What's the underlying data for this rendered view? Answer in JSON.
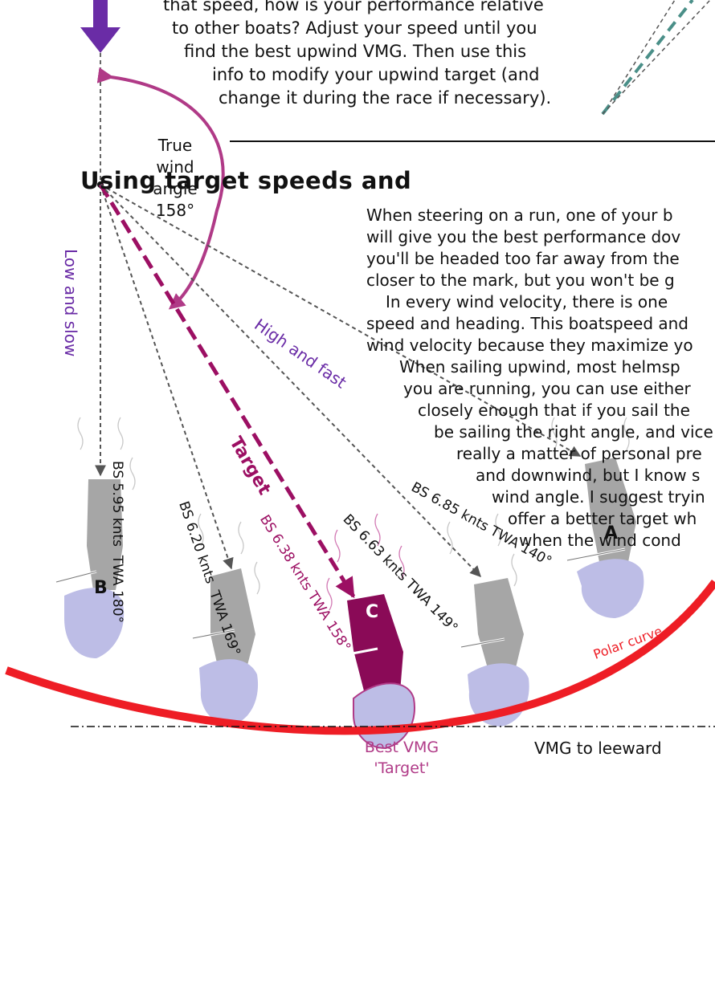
{
  "intro_lines": [
    "that speed, how is your performance relative",
    "to other boats? Adjust your speed until you",
    "find the best upwind VMG. Then use this",
    "info to modify your upwind target (and",
    "change it during the race if necessary)."
  ],
  "twa_label": {
    "line1": "True",
    "line2": "wind",
    "line3": "angle",
    "value": "158°"
  },
  "section_heading": "Using target speeds and",
  "body_lines": [
    "When steering on a run, one of your b",
    "will give you the best performance dov",
    "you'll be headed too far away from the",
    "closer to the mark, but you won't be g",
    "In every wind velocity, there is one",
    "speed and heading. This boatspeed and",
    "wind velocity because they maximize yo",
    "When sailing upwind, most helmsp",
    "you are running, you can use either",
    "closely enough that if you sail the",
    "be sailing the right angle, and vice",
    "really a matter of personal pre",
    "and downwind, but I know s",
    "wind angle. I suggest tryin",
    "offer a better target wh",
    "when the wind cond"
  ],
  "labels": {
    "low_and_slow": "Low and slow",
    "high_and_fast": "High and fast",
    "target": "Target"
  },
  "headings": [
    {
      "id": "B",
      "bs": "BS 5.95 knts",
      "twa": "TWA 180°"
    },
    {
      "id": "b2",
      "bs": "BS 6.20 knts",
      "twa": "TWA 169°"
    },
    {
      "id": "C",
      "bs": "BS 6.38 knts",
      "twa": "TWA 158°"
    },
    {
      "id": "b4",
      "bs": "BS 6.63 knts",
      "twa": "TWA 149°"
    },
    {
      "id": "A",
      "bs": "BS 6.85 knts",
      "twa": "TWA 140°"
    }
  ],
  "boat_letters": {
    "b": "B",
    "c": "C",
    "a": "A"
  },
  "polar_curve_label": "Polar curve",
  "best_vmg": {
    "line1": "Best VMG",
    "line2": "'Target'"
  },
  "vmg_axis_label": "VMG to leeward",
  "colors": {
    "purple": "#6a2ca6",
    "magenta": "#b03a87",
    "target": "#9c0f63",
    "polar": "#ee1d25",
    "hull_grey": "#a6a6a6",
    "sail_lavender": "#bdbde6",
    "teal": "#4a8f88",
    "dash_grey": "#666666"
  }
}
